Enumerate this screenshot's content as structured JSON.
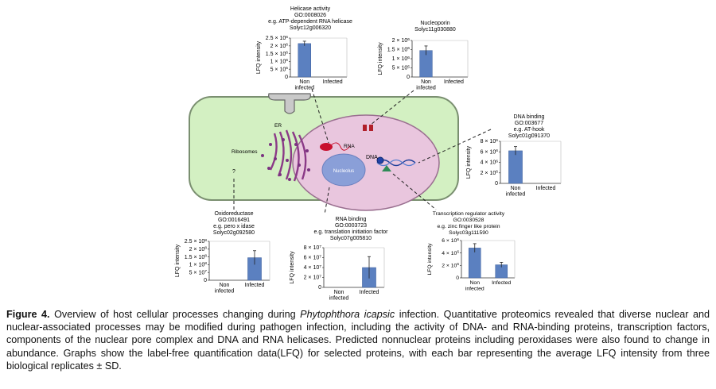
{
  "figure": {
    "cell": {
      "er_label": "ER",
      "ribosome_label": "Ribosomes",
      "rna_label": "RNA",
      "dna_label": "DNA",
      "nucleolus_label": "Nucleolus",
      "unknown_mark": "?"
    },
    "panels": [
      {
        "id": "helicase",
        "title_lines": [
          "Helicase activity",
          "GO:0008026",
          "e.g. ATP-dependent RNA helicase",
          "Solyc12g006320"
        ]
      },
      {
        "id": "nucleoporin",
        "title_lines": [
          "Nucleoporin",
          "Solyc11g030880"
        ]
      },
      {
        "id": "dna-binding",
        "title_lines": [
          "DNA binding",
          "GO:003677",
          "e.g. AT-hook",
          "Solyc01g091370"
        ]
      },
      {
        "id": "oxidoreductase",
        "title_lines": [
          "Oxidoreductase",
          "GO:0016491",
          "e.g. pero x idase",
          "Solyc02g092580"
        ]
      },
      {
        "id": "rna-binding",
        "title_lines": [
          "RNA binding",
          "GO:0003723",
          "e.g. translation initiation factor",
          "Solyc07g005810"
        ]
      },
      {
        "id": "transcription-regulator",
        "title_lines": [
          "Transcription regulator activity",
          "GO:0030528",
          "e.g. zinc finger like protein",
          "Solyc03g111590"
        ]
      }
    ]
  },
  "chart_data": [
    {
      "id": "helicase",
      "type": "bar",
      "categories": [
        "Non infected",
        "Infected"
      ],
      "ylabel": "LFQ intensity",
      "yticks": [
        "0",
        "5 × 10^5",
        "1 × 10^6",
        "1.5 × 10^6",
        "2 × 10^6",
        "2.5 × 10^6"
      ],
      "ylim": [
        0,
        2500000
      ],
      "values": [
        2150000,
        0
      ],
      "errors": [
        150000,
        0
      ]
    },
    {
      "id": "nucleoporin",
      "type": "bar",
      "categories": [
        "Non infected",
        "Infected"
      ],
      "ylabel": "LFQ intensity",
      "yticks": [
        "0",
        "5 × 10^5",
        "1 × 10^6",
        "1.5 × 10^6",
        "2 × 10^6"
      ],
      "ylim": [
        0,
        2000000
      ],
      "values": [
        1450000,
        0
      ],
      "errors": [
        250000,
        0
      ]
    },
    {
      "id": "dna-binding",
      "type": "bar",
      "categories": [
        "Non infected",
        "Infected"
      ],
      "ylabel": "LFQ intensity",
      "yticks": [
        "0",
        "2 × 10^6",
        "4 × 10^6",
        "6 × 10^6",
        "8 × 10^6"
      ],
      "ylim": [
        0,
        8000000
      ],
      "values": [
        6200000,
        0
      ],
      "errors": [
        800000,
        0
      ]
    },
    {
      "id": "oxidoreductase",
      "type": "bar",
      "categories": [
        "Non infected",
        "Infected"
      ],
      "ylabel": "LFQ intensity",
      "yticks": [
        "0",
        "5 × 10^7",
        "1 × 10^8",
        "1.5 × 10^8",
        "2 × 10^8",
        "2.5 × 10^8"
      ],
      "ylim": [
        0,
        250000000
      ],
      "values": [
        0,
        145000000
      ],
      "errors": [
        0,
        45000000
      ]
    },
    {
      "id": "rna-binding",
      "type": "bar",
      "categories": [
        "Non infected",
        "Infected"
      ],
      "ylabel": "LFQ intensity",
      "yticks": [
        "0",
        "2 × 10^7",
        "4 × 10^7",
        "6 × 10^7",
        "8 × 10^7"
      ],
      "ylim": [
        0,
        80000000
      ],
      "values": [
        0,
        40000000
      ],
      "errors": [
        0,
        22000000
      ]
    },
    {
      "id": "transcription-regulator",
      "type": "bar",
      "categories": [
        "Non infected",
        "Infected"
      ],
      "ylabel": "LFQ intensity",
      "yticks": [
        "0",
        "2 × 10^6",
        "4 × 10^6",
        "6 × 10^6"
      ],
      "ylim": [
        0,
        6000000
      ],
      "values": [
        4800000,
        2100000
      ],
      "errors": [
        700000,
        400000
      ]
    }
  ],
  "caption": {
    "figure_label": "Figure 4.",
    "text_before_italic": " Overview of host cellular processes changing during ",
    "italic_text": "Phytophthora icapsic",
    "text_after_italic": " infection. Quantitative proteomics revealed that diverse nuclear and nuclear-associated processes may be modified during pathogen infection, including the activity of DNA- and RNA-binding proteins, transcription factors, components of the nuclear pore complex and DNA and RNA helicases. Predicted nonnuclear proteins including peroxidases were also found to change in abundance. Graphs show the label-free quantification data(LFQ) for selected proteins, with each bar representing the average LFQ intensity from three biological replicates ± SD."
  }
}
